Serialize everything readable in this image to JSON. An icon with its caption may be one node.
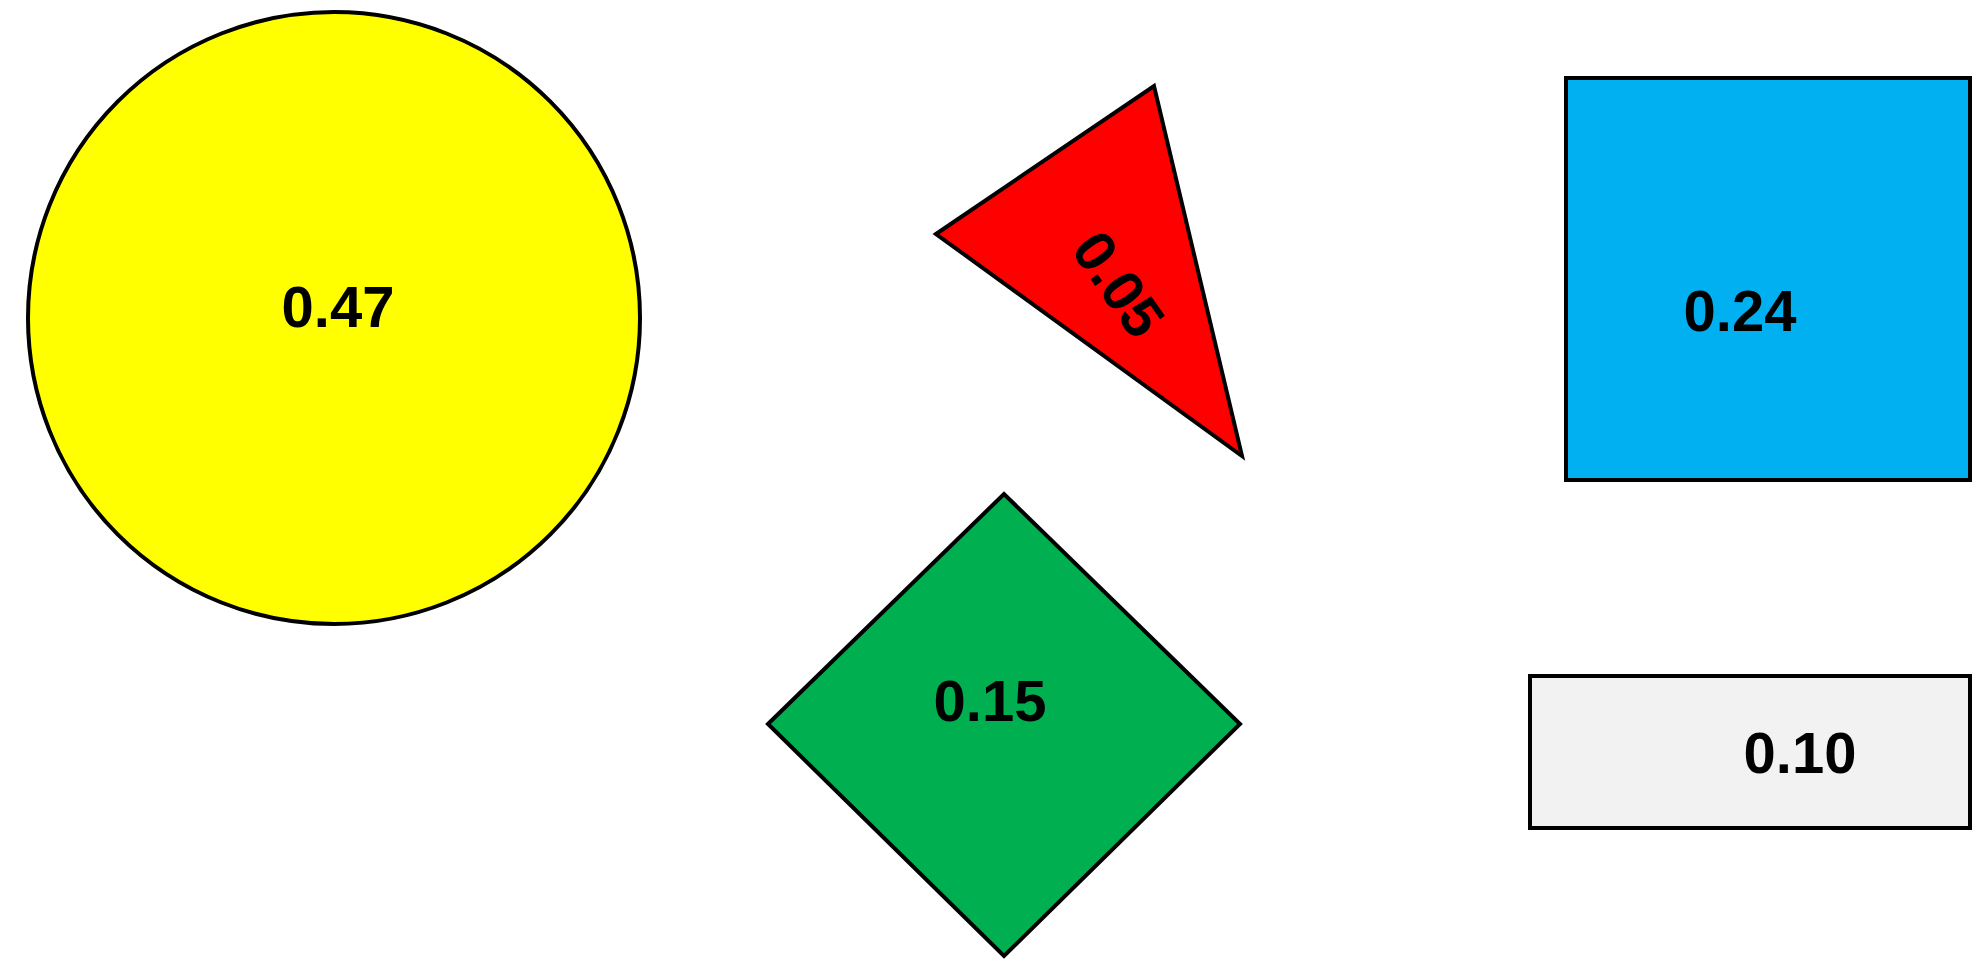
{
  "diagram": {
    "nodes": [
      {
        "text": [
          "0.47"
        ]
      },
      {
        "text": [
          "0.05"
        ]
      },
      {
        "text": [
          "0.24"
        ]
      },
      {
        "text": [
          "0.15"
        ]
      },
      {
        "text": [
          "0.10"
        ]
      }
    ]
  }
}
